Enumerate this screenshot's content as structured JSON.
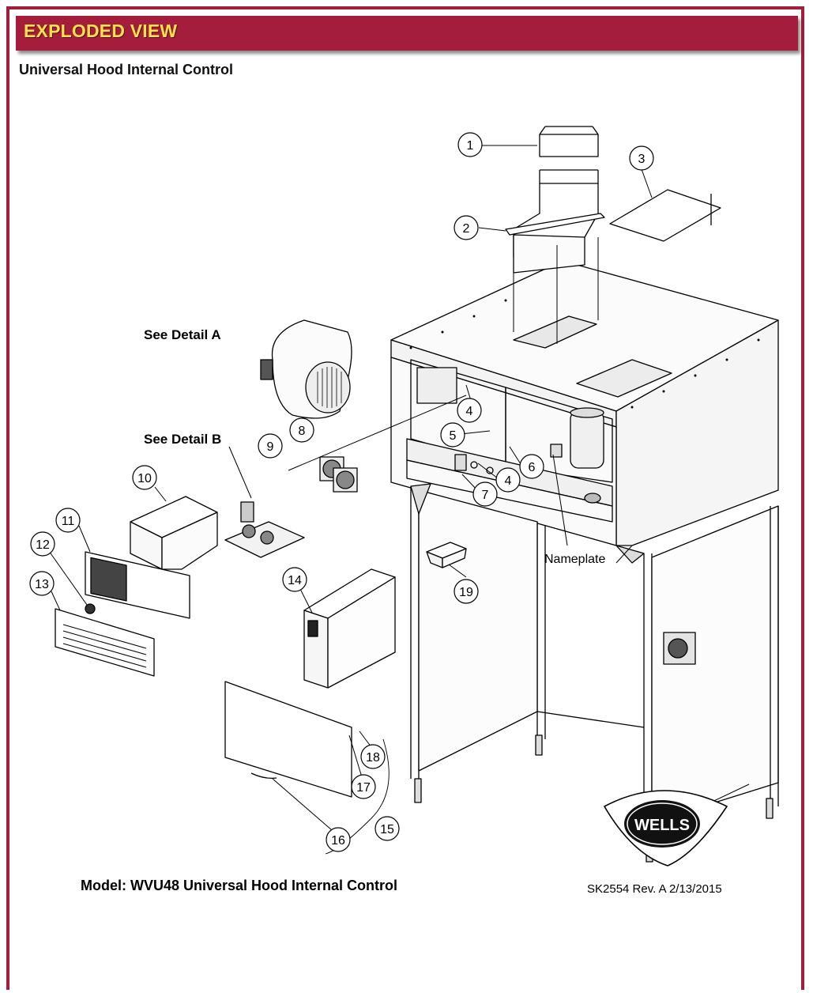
{
  "header": {
    "title": "EXPLODED VIEW",
    "subtitle": "Universal Hood Internal Control"
  },
  "labels": {
    "detail_a": "See Detail A",
    "detail_b": "See Detail B",
    "nameplate": "Nameplate",
    "model": "Model: WVU48 Universal Hood Internal Control",
    "drawing_ref": "SK2554  Rev. A 2/13/2015",
    "brand": "WELLS"
  },
  "callouts": [
    "1",
    "2",
    "3",
    "4",
    "5",
    "6",
    "4",
    "7",
    "8",
    "9",
    "10",
    "11",
    "12",
    "13",
    "14",
    "15",
    "16",
    "17",
    "18",
    "19"
  ],
  "colors": {
    "banner": "#a51d3d",
    "banner_text": "#ffe14a",
    "line": "#000000"
  }
}
